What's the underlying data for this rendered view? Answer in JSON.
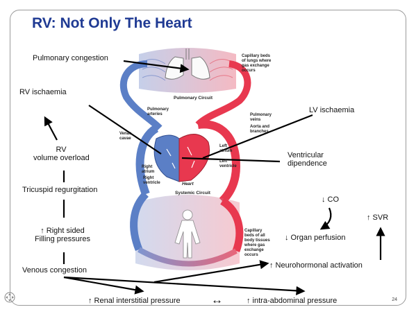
{
  "slide": {
    "title": "RV: Not Only The Heart",
    "page_number": "24"
  },
  "labels": {
    "pulmonary_congestion": "Pulmonary congestion",
    "rv_ischaemia": "RV ischaemia",
    "rv_volume_overload_line1": "RV",
    "rv_volume_overload_line2": "volume overload",
    "tricuspid_regurgitation": "Tricuspid regurgitation",
    "right_filling_line1": "↑ Right sided",
    "right_filling_line2": "Filling pressures",
    "venous_congestion": "Venous congestion",
    "renal_interstitial": "↑ Renal interstitial pressure",
    "intra_abdominal": "↑ intra-abdominal pressure",
    "lv_ischaemia": "LV ischaemia",
    "ventricular_dipendence_line1": "Ventricular",
    "ventricular_dipendence_line2": "dipendence",
    "co": "↓ CO",
    "svr": "↑ SVR",
    "organ_perfusion": "↓ Organ perfusion",
    "neurohormonal": "↑ Neurohormonal activation",
    "double_arrow": "↔"
  },
  "figure": {
    "capillary_lungs": [
      "Capillary beds",
      "of lungs where",
      "gas exchange",
      "occurs"
    ],
    "pulmonary_circuit": "Pulmonary Circuit",
    "pulmonary_arteries": [
      "Pulmonary",
      "arteries"
    ],
    "pulmonary_veins": [
      "Pulmonary",
      "veins"
    ],
    "aorta": [
      "Aorta and",
      "branches"
    ],
    "venae_cavae": [
      "Venae",
      "cavae"
    ],
    "left_atrium": [
      "Left",
      "atrium"
    ],
    "left_ventricle": [
      "Left",
      "ventricle"
    ],
    "right_atrium": [
      "Right",
      "atrium"
    ],
    "right_ventricle": [
      "Right",
      "ventricle"
    ],
    "heart": "Heart",
    "systemic_circuit": "Systemic Circuit",
    "capillary_body": [
      "Capillary",
      "beds of all",
      "body tissues",
      "where gas",
      "exchange",
      "occurs"
    ]
  },
  "colors": {
    "title": "#1f3a93",
    "oxygenated": "#e8384f",
    "deoxygenated": "#5b7fc6",
    "arrow": "#000000"
  }
}
